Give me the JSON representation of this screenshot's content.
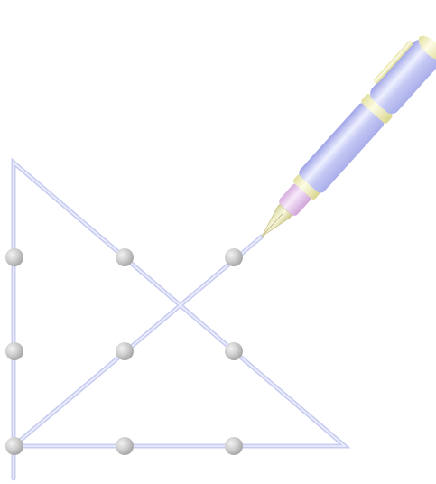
{
  "puzzle": {
    "dot_grid": {
      "rows": 3,
      "cols": 3
    },
    "path_segments": 4,
    "line_color": "#c9cdf0",
    "line_highlight": "#eef0ff",
    "dot_color": "#c4c4c4",
    "dot_highlight": "#f2f2f2"
  },
  "pen": {
    "icon": "fountain-pen-icon",
    "body_color": "#b8bcf2",
    "body_highlight": "#eef0ff",
    "band_color": "#f3f1bf",
    "grip_color": "#e9c9ef",
    "nib_color": "#e8e7b5"
  }
}
